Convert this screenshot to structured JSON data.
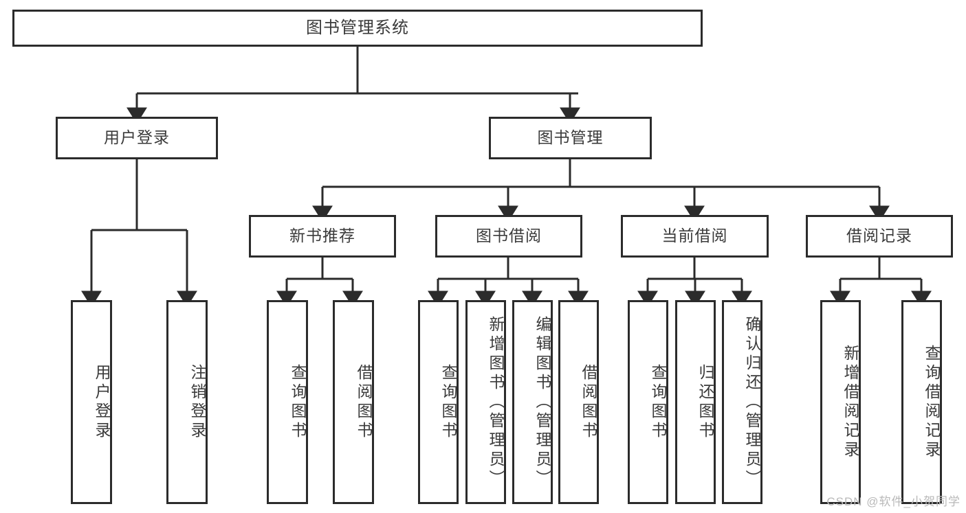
{
  "diagram": {
    "title": "图书管理系统",
    "type": "tree",
    "watermark": "CSDN @软件_小贺同学",
    "colors": {
      "border": "#2b2b2b",
      "text": "#3a3a3a",
      "background": "#ffffff",
      "watermark": "#b9b9b9"
    },
    "nodes": {
      "root": {
        "label": "图书管理系统"
      },
      "level2": [
        {
          "id": "user_login",
          "label": "用户登录"
        },
        {
          "id": "book_manage",
          "label": "图书管理"
        }
      ],
      "level3": [
        {
          "id": "new_book_rec",
          "label": "新书推荐"
        },
        {
          "id": "book_borrow",
          "label": "图书借阅"
        },
        {
          "id": "current_borrow",
          "label": "当前借阅"
        },
        {
          "id": "borrow_record",
          "label": "借阅记录"
        }
      ],
      "leaves": {
        "user_login": [
          {
            "id": "leaf_user_login",
            "label": "用户登录"
          },
          {
            "id": "leaf_logout",
            "label": "注销登录"
          }
        ],
        "new_book_rec": [
          {
            "id": "leaf_query_book_1",
            "label": "查询图书"
          },
          {
            "id": "leaf_borrow_book_1",
            "label": "借阅图书"
          }
        ],
        "book_borrow": [
          {
            "id": "leaf_query_book_2",
            "label": "查询图书"
          },
          {
            "id": "leaf_add_book",
            "label": "新增图书（管理员）"
          },
          {
            "id": "leaf_edit_book",
            "label": "编辑图书（管理员）"
          },
          {
            "id": "leaf_borrow_book_2",
            "label": "借阅图书"
          }
        ],
        "current_borrow": [
          {
            "id": "leaf_query_book_3",
            "label": "查询图书"
          },
          {
            "id": "leaf_return_book",
            "label": "归还图书"
          },
          {
            "id": "leaf_confirm_return",
            "label": "确认归还（管理员）"
          }
        ],
        "borrow_record": [
          {
            "id": "leaf_add_record",
            "label": "新增借阅记录"
          },
          {
            "id": "leaf_query_record",
            "label": "查询借阅记录"
          }
        ]
      }
    }
  }
}
